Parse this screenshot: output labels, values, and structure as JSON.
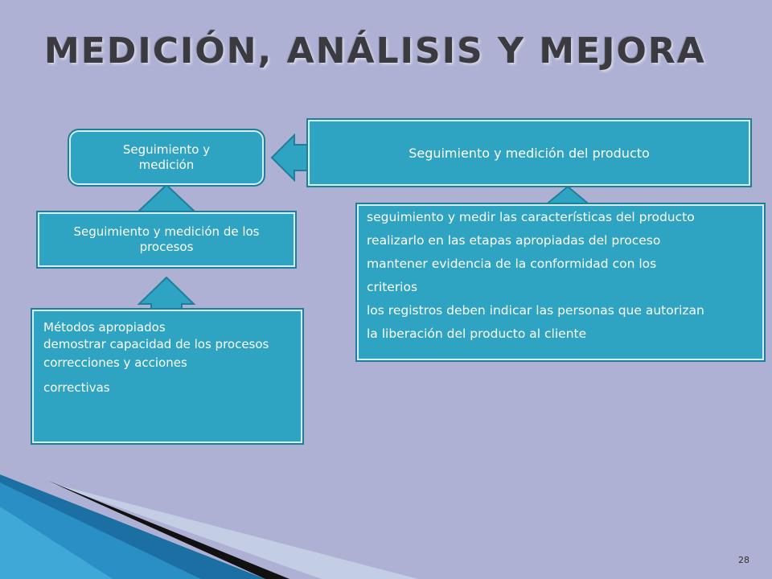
{
  "title": "MEDICIÓN, ANÁLISIS Y MEJORA",
  "boxes": {
    "top": "Seguimiento y medición",
    "product": "Seguimiento y medición del producto",
    "process": "Seguimiento y medición de los procesos",
    "methods": [
      "Métodos apropiados",
      "demostrar capacidad de los procesos",
      "correcciones y acciones",
      "correctivas"
    ],
    "product_details": [
      "seguimiento y medir las características del producto",
      "realizarlo en las etapas apropiadas del proceso",
      "mantener evidencia de la conformidad con los",
      "criterios",
      "los registros deben indicar las personas que autorizan",
      "la liberación del producto al cliente"
    ]
  },
  "page_number": "28",
  "colors": {
    "background": "#aeb1d3",
    "box_fill": "#2ea3c2",
    "box_border": "#1e7f9a",
    "title": "#3a3a40"
  }
}
